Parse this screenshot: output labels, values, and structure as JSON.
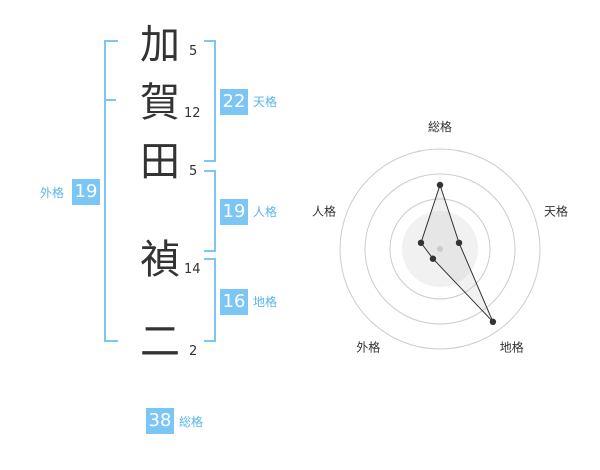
{
  "name": {
    "characters": [
      {
        "char": "加",
        "strokes": "5"
      },
      {
        "char": "賀",
        "strokes": "12"
      },
      {
        "char": "田",
        "strokes": "5"
      },
      {
        "char": "禎",
        "strokes": "14"
      },
      {
        "char": "二",
        "strokes": "2"
      }
    ]
  },
  "fortune": {
    "tenkaku": {
      "value": "22",
      "label": "天格"
    },
    "jinkaku": {
      "value": "19",
      "label": "人格"
    },
    "chikaku": {
      "value": "16",
      "label": "地格"
    },
    "gaikaku": {
      "value": "19",
      "label": "外格"
    },
    "soukaku": {
      "value": "38",
      "label": "総格"
    }
  },
  "colors": {
    "accent": "#7cc6f5",
    "accent_text": "#5ab4ee",
    "text": "#333333",
    "grid": "#cccccc"
  },
  "chart_data": {
    "type": "radar",
    "axes": [
      "総格",
      "天格",
      "地格",
      "外格",
      "人格"
    ],
    "values": [
      3.2,
      1.0,
      4.5,
      0.6,
      1.0
    ],
    "rmax": 5,
    "grid_rings": 4
  }
}
